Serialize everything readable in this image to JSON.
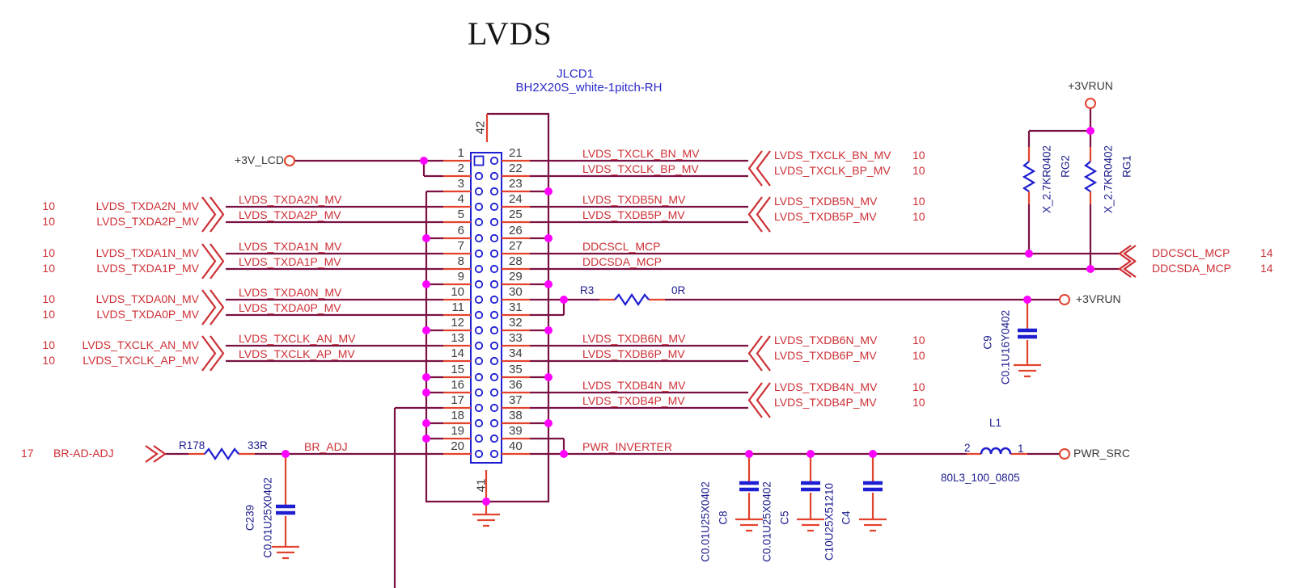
{
  "title": "LVDS",
  "connector": {
    "ref": "JLCD1",
    "part": "BH2X20S_white-1pitch-RH",
    "pins_left": [
      "1",
      "2",
      "3",
      "4",
      "5",
      "6",
      "7",
      "8",
      "9",
      "10",
      "11",
      "12",
      "13",
      "14",
      "15",
      "16",
      "17",
      "18",
      "19",
      "20"
    ],
    "pins_right": [
      "21",
      "22",
      "23",
      "24",
      "25",
      "26",
      "27",
      "28",
      "29",
      "30",
      "31",
      "32",
      "33",
      "34",
      "35",
      "36",
      "37",
      "38",
      "39",
      "40"
    ],
    "pin_top": "42",
    "pin_bottom": "41"
  },
  "power": {
    "lcd": "+3V_LCD",
    "vrun_top": "+3VRUN",
    "vrun_mid": "+3VRUN",
    "pwr_src": "PWR_SRC"
  },
  "left_pairs": [
    {
      "sheet": "10",
      "net1": "LVDS_TXDA2N_MV",
      "net2": "LVDS_TXDA2P_MV"
    },
    {
      "sheet": "10",
      "net1": "LVDS_TXDA1N_MV",
      "net2": "LVDS_TXDA1P_MV"
    },
    {
      "sheet": "10",
      "net1": "LVDS_TXDA0N_MV",
      "net2": "LVDS_TXDA0P_MV"
    },
    {
      "sheet": "10",
      "net1": "LVDS_TXCLK_AN_MV",
      "net2": "LVDS_TXCLK_AP_MV"
    }
  ],
  "right_pairs": [
    {
      "sheet": "10",
      "net1": "LVDS_TXCLK_BN_MV",
      "net2": "LVDS_TXCLK_BP_MV"
    },
    {
      "sheet": "10",
      "net1": "LVDS_TXDB5N_MV",
      "net2": "LVDS_TXDB5P_MV"
    },
    {
      "sheet": "10",
      "net1": "LVDS_TXDB6N_MV",
      "net2": "LVDS_TXDB6P_MV"
    },
    {
      "sheet": "10",
      "net1": "LVDS_TXDB4N_MV",
      "net2": "LVDS_TXDB4P_MV"
    }
  ],
  "ddc": {
    "sheet": "14",
    "net1": "DDCSCL_MCP",
    "net2": "DDCSDA_MCP"
  },
  "bottom_left": {
    "sheet": "17",
    "name": "BR-AD-ADJ",
    "net": "BR_ADJ"
  },
  "pwr_net": "PWR_INVERTER",
  "components": {
    "r3": {
      "ref": "R3",
      "value": "0R"
    },
    "rg2": {
      "ref": "RG2",
      "value": "X_2.7KR0402"
    },
    "rg1": {
      "ref": "RG1",
      "value": "X_2.7KR0402"
    },
    "c9": {
      "ref": "C9",
      "value": "C0.1U16Y0402"
    },
    "r178": {
      "ref": "R178",
      "value": "33R"
    },
    "c239": {
      "ref": "C239",
      "value": "C0.01U25X0402"
    },
    "c8": {
      "ref": "C8",
      "value": "C0.01U25X0402"
    },
    "c5": {
      "ref": "C5",
      "value": "C0.01U25X0402"
    },
    "c4": {
      "ref": "C4",
      "value": "C10U25X51210"
    },
    "l1": {
      "ref": "L1",
      "value": "80L3_100_0805",
      "pin2": "2",
      "pin1": "1"
    }
  },
  "colors": {
    "wire": "#7a1143",
    "lead_red": "#e2432e",
    "symbol_blue": "#1e1ed2",
    "label_red": "#cd2f35",
    "part_navy": "#1b1b8e",
    "ref_blue": "#2a2ac8",
    "junction": "#ff00ff"
  }
}
